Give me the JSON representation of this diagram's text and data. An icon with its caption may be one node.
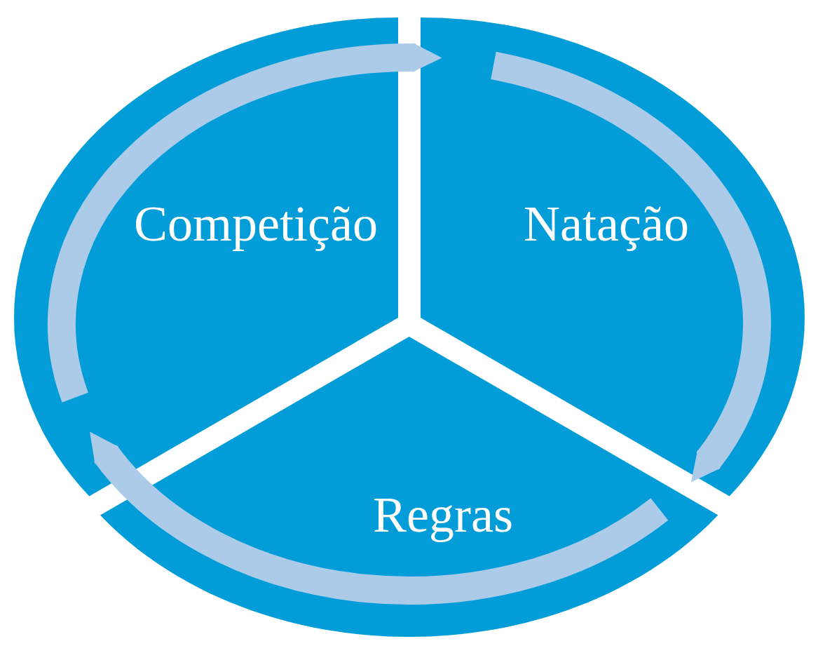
{
  "diagram": {
    "nodes": [
      {
        "text": [
          "Competição"
        ]
      },
      {
        "text": [
          "Natação"
        ]
      },
      {
        "text": [
          "Regras"
        ]
      }
    ],
    "edges": [
      {
        "from": 0,
        "to": 1,
        "arrow": "to"
      },
      {
        "from": 1,
        "to": 2,
        "arrow": "to"
      },
      {
        "from": 2,
        "to": 0,
        "arrow": "to"
      }
    ]
  }
}
